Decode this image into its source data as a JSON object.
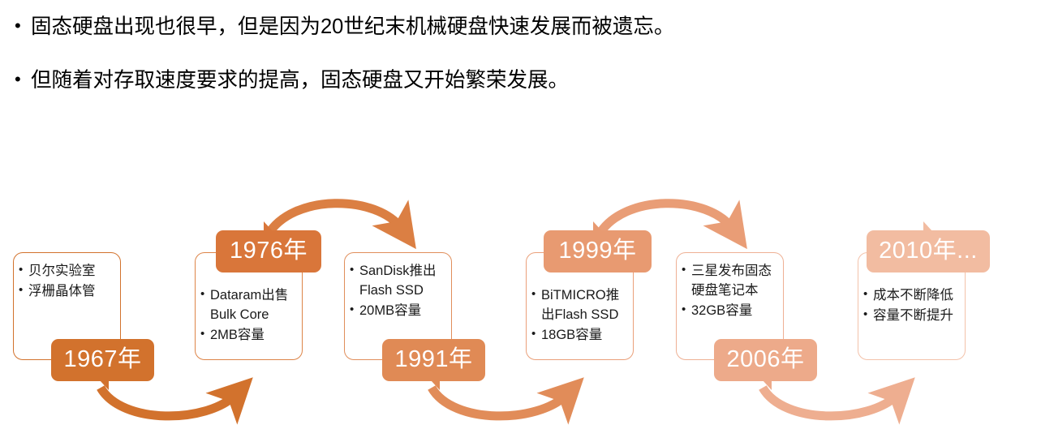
{
  "slide": {
    "background": "#ffffff",
    "bullets": [
      {
        "marker": "•",
        "text": "固态硬盘出现也很早，但是因为20世纪末机械硬盘快速发展而被遗忘。"
      },
      {
        "marker": "•",
        "text": "但随着对存取速度要求的提高，固态硬盘又开始繁荣发展。"
      }
    ]
  },
  "timeline": {
    "steps": [
      {
        "label": "1967年",
        "label_position": "below",
        "color": "#D2722D",
        "border_color": "#D2722D",
        "items": [
          "贝尔实验室",
          "浮栅晶体管"
        ]
      },
      {
        "label": "1976年",
        "label_position": "above",
        "color": "#D9763A",
        "border_color": "#DD8448",
        "items": [
          "Dataram出售Bulk Core",
          "2MB容量"
        ]
      },
      {
        "label": "1991年",
        "label_position": "below",
        "color": "#E08A55",
        "border_color": "#E08E5B",
        "items": [
          "SanDisk推出Flash SSD",
          "20MB容量"
        ]
      },
      {
        "label": "1999年",
        "label_position": "above",
        "color": "#E89A71",
        "border_color": "#EAA07A",
        "items": [
          "BiTMICRO推出Flash SSD",
          "18GB容量"
        ]
      },
      {
        "label": "2006年",
        "label_position": "below",
        "color": "#EDAA8A",
        "border_color": "#EEB094",
        "items": [
          "三星发布固态硬盘笔记本",
          "32GB容量"
        ]
      },
      {
        "label": "2010年...",
        "label_position": "above",
        "color": "#F2BCA1",
        "border_color": "#F3C2AA",
        "items": [
          "成本不断降低",
          "容量不断提升"
        ]
      }
    ],
    "arrows": [
      {
        "name": "arrow-1967-to-1976",
        "direction": "down-arc",
        "color": "#D2722D"
      },
      {
        "name": "arrow-1976-to-1991",
        "direction": "up-arc",
        "color": "#DB7F43"
      },
      {
        "name": "arrow-1991-to-1999",
        "direction": "down-arc",
        "color": "#E18C59"
      },
      {
        "name": "arrow-1999-to-2006",
        "direction": "up-arc",
        "color": "#E99D76"
      },
      {
        "name": "arrow-2006-to-2010",
        "direction": "down-arc",
        "color": "#EEAE90"
      }
    ]
  }
}
